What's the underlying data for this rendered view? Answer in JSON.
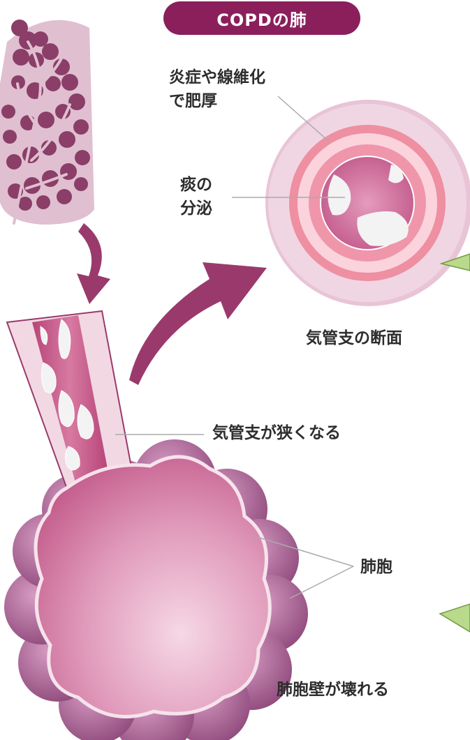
{
  "title": "COPDの肺",
  "labels": {
    "thickening_line1": "炎症や線維化",
    "thickening_line2": "で肥厚",
    "sputum_line1": "痰の",
    "sputum_line2": "分泌",
    "cross_section": "気管支の断面",
    "bronchus_narrow": "気管支が狭くなる",
    "alveoli": "肺胞",
    "alveoli_wall_broken": "肺胞壁が壊れる"
  },
  "colors": {
    "title_bg": "#8a1f5c",
    "lung": "#e0bfd0",
    "lung_pattern": "#8a3e68",
    "arrow": "#9a3a6c",
    "airway": "#c8527f",
    "alveoli": "#b87aa5",
    "wall_ring": "#ee8fa2",
    "mucus": "#f2f2f2"
  }
}
